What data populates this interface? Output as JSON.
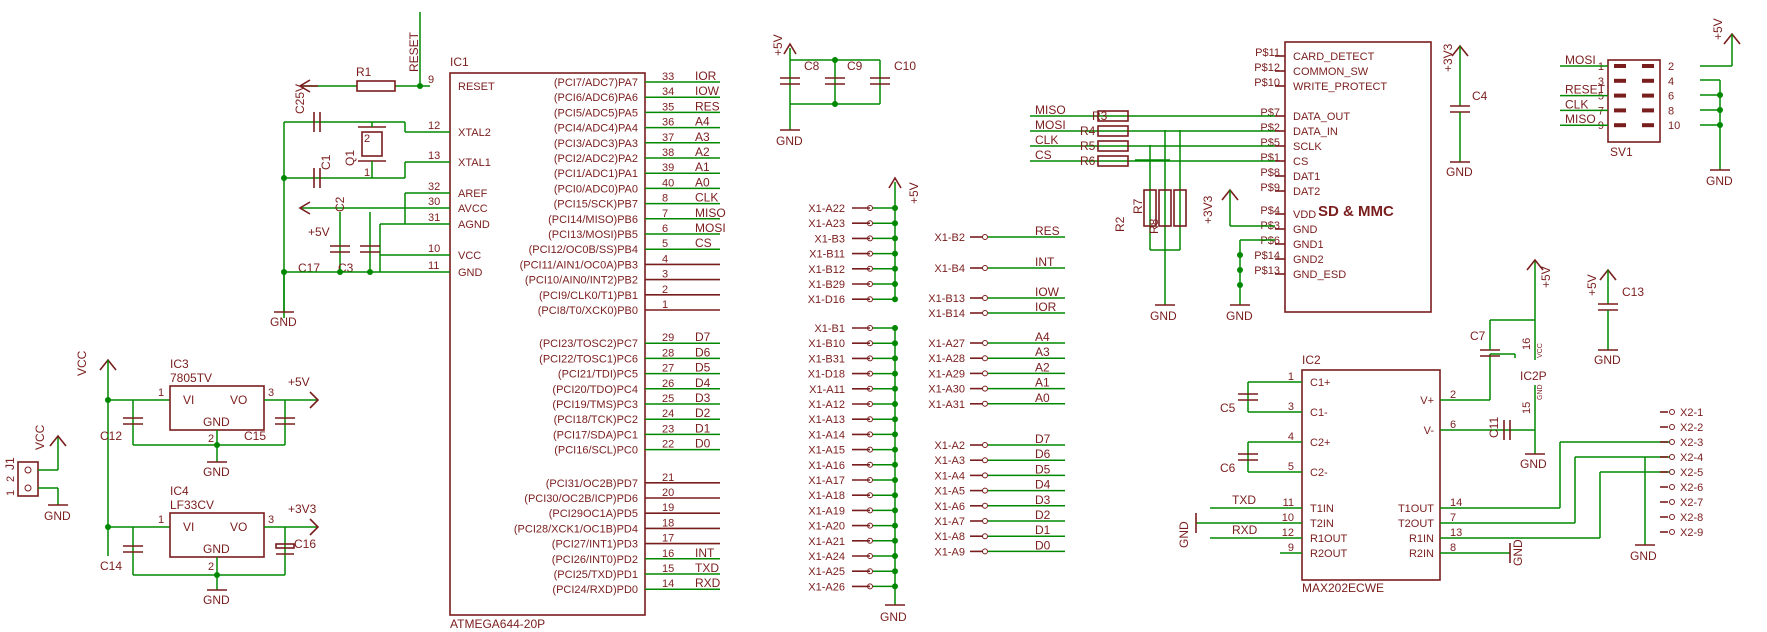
{
  "colors": {
    "component": "#7a1d1d",
    "wire": "#008800",
    "background": "#ffffff"
  },
  "ic1": {
    "name": "IC1",
    "value": "ATMEGA644-20P",
    "left_pins": [
      {
        "num": "9",
        "label": "RESET"
      },
      {
        "num": "12",
        "label": "XTAL2"
      },
      {
        "num": "13",
        "label": "XTAL1"
      },
      {
        "num": "32",
        "label": "AREF"
      },
      {
        "num": "30",
        "label": "AVCC"
      },
      {
        "num": "31",
        "label": "AGND"
      },
      {
        "num": "10",
        "label": "VCC"
      },
      {
        "num": "11",
        "label": "GND"
      }
    ],
    "right_pins": [
      {
        "label": "(PCI7/ADC7)PA7",
        "num": "33",
        "net": "IOR"
      },
      {
        "label": "(PCI6/ADC6)PA6",
        "num": "34",
        "net": "IOW"
      },
      {
        "label": "(PCI5/ADC5)PA5",
        "num": "35",
        "net": "RES"
      },
      {
        "label": "(PCI4/ADC4)PA4",
        "num": "36",
        "net": "A4"
      },
      {
        "label": "(PCI3/ADC3)PA3",
        "num": "37",
        "net": "A3"
      },
      {
        "label": "(PCI2/ADC2)PA2",
        "num": "38",
        "net": "A2"
      },
      {
        "label": "(PCI1/ADC1)PA1",
        "num": "39",
        "net": "A1"
      },
      {
        "label": "(PCI0/ADC0)PA0",
        "num": "40",
        "net": "A0"
      },
      {
        "label": "(PCI15/SCK)PB7",
        "num": "8",
        "net": "CLK"
      },
      {
        "label": "(PCI14/MISO)PB6",
        "num": "7",
        "net": "MISO"
      },
      {
        "label": "(PCI13/MOSI)PB5",
        "num": "6",
        "net": "MOSI"
      },
      {
        "label": "(PCI12/OC0B/SS)PB4",
        "num": "5",
        "net": "CS"
      },
      {
        "label": "(PCI11/AIN1/OC0A)PB3",
        "num": "4",
        "net": ""
      },
      {
        "label": "(PCI10/AIN0/INT2)PB2",
        "num": "3",
        "net": ""
      },
      {
        "label": "(PCI9/CLK0/T1)PB1",
        "num": "2",
        "net": ""
      },
      {
        "label": "(PCI8/T0/XCK0)PB0",
        "num": "1",
        "net": ""
      },
      {
        "label": "(PCI23/TOSC2)PC7",
        "num": "29",
        "net": "D7"
      },
      {
        "label": "(PCI22/TOSC1)PC6",
        "num": "28",
        "net": "D6"
      },
      {
        "label": "(PCI21/TDI)PC5",
        "num": "27",
        "net": "D5"
      },
      {
        "label": "(PCI20/TDO)PC4",
        "num": "26",
        "net": "D4"
      },
      {
        "label": "(PCI19/TMS)PC3",
        "num": "25",
        "net": "D3"
      },
      {
        "label": "(PCI18/TCK)PC2",
        "num": "24",
        "net": "D2"
      },
      {
        "label": "(PCI17/SDA)PC1",
        "num": "23",
        "net": "D1"
      },
      {
        "label": "(PCI16/SCL)PC0",
        "num": "22",
        "net": "D0"
      },
      {
        "label": "(PCI31/OC2B)PD7",
        "num": "21",
        "net": ""
      },
      {
        "label": "(PCI30/OC2B/ICP)PD6",
        "num": "20",
        "net": ""
      },
      {
        "label": "(PCI29OC1A)PD5",
        "num": "19",
        "net": ""
      },
      {
        "label": "(PCI28/XCK1/OC1B)PD4",
        "num": "18",
        "net": ""
      },
      {
        "label": "(PCI27/INT1)PD3",
        "num": "17",
        "net": ""
      },
      {
        "label": "(PCI26/INT0)PD2",
        "num": "16",
        "net": "INT"
      },
      {
        "label": "(PCI25/TXD)PD1",
        "num": "15",
        "net": "TXD"
      },
      {
        "label": "(PCI24/RXD)PD0",
        "num": "14",
        "net": "RXD"
      }
    ]
  },
  "parts": {
    "r1": "R1",
    "c_25v": "C25V",
    "q1": "Q1",
    "q1_pins": [
      "2",
      "1"
    ],
    "c1": "C1",
    "c2": "C2",
    "c17": "C17",
    "c3": "C3",
    "reset": "RESET",
    "c8": "C8",
    "c9": "C9",
    "c10": "C10",
    "c4": "C4",
    "c7": "C7",
    "c11": "C11",
    "c13": "C13",
    "c5": "C5",
    "c6": "C6",
    "r2": "R2",
    "r3": "R3",
    "r4": "R4",
    "r5": "R5",
    "r6": "R6",
    "r7": "R7",
    "r8": "R8",
    "sv1": "SV1",
    "j1": "J1",
    "j1_pins": [
      "2",
      "1"
    ],
    "c12": "C12",
    "c15": "C15",
    "c14": "C14",
    "c16": "C16"
  },
  "power": {
    "p5v": "+5V",
    "p3v3": "+3V3",
    "gnd": "GND",
    "vcc": "VCC"
  },
  "x1_left_top": [
    "X1-A22",
    "X1-A23",
    "X1-B3",
    "X1-B11",
    "X1-B12",
    "X1-B29",
    "X1-D16"
  ],
  "x1_left_bottom": [
    "X1-B1",
    "X1-B10",
    "X1-B31",
    "X1-D18",
    "X1-A11",
    "X1-A12",
    "X1-A13",
    "X1-A14",
    "X1-A15",
    "X1-A16",
    "X1-A17",
    "X1-A18",
    "X1-A19",
    "X1-A20",
    "X1-A21",
    "X1-A24",
    "X1-A25",
    "X1-A26"
  ],
  "x1_right": [
    {
      "pin": "X1-B2",
      "net": "RES"
    },
    {
      "pin": "X1-B4",
      "net": "INT"
    },
    {
      "pin": "X1-B13",
      "net": "IOW"
    },
    {
      "pin": "X1-B14",
      "net": "IOR"
    },
    {
      "pin": "X1-A27",
      "net": "A4"
    },
    {
      "pin": "X1-A28",
      "net": "A3"
    },
    {
      "pin": "X1-A29",
      "net": "A2"
    },
    {
      "pin": "X1-A30",
      "net": "A1"
    },
    {
      "pin": "X1-A31",
      "net": "A0"
    },
    {
      "pin": "X1-A2",
      "net": "D7"
    },
    {
      "pin": "X1-A3",
      "net": "D6"
    },
    {
      "pin": "X1-A4",
      "net": "D5"
    },
    {
      "pin": "X1-A5",
      "net": "D4"
    },
    {
      "pin": "X1-A6",
      "net": "D3"
    },
    {
      "pin": "X1-A7",
      "net": "D2"
    },
    {
      "pin": "X1-A8",
      "net": "D1"
    },
    {
      "pin": "X1-A9",
      "net": "D0"
    }
  ],
  "sd": {
    "title": "SD & MMC",
    "pins": [
      {
        "p": "P$11",
        "l": "CARD_DETECT"
      },
      {
        "p": "P$12",
        "l": "COMMON_SW"
      },
      {
        "p": "P$10",
        "l": "WRITE_PROTECT"
      },
      {
        "p": "P$7",
        "l": "DATA_OUT"
      },
      {
        "p": "P$2",
        "l": "DATA_IN"
      },
      {
        "p": "P$5",
        "l": "SCLK"
      },
      {
        "p": "P$1",
        "l": "CS"
      },
      {
        "p": "P$8",
        "l": "DAT1"
      },
      {
        "p": "P$9",
        "l": "DAT2"
      },
      {
        "p": "P$4",
        "l": "VDD"
      },
      {
        "p": "P$3",
        "l": "GND"
      },
      {
        "p": "P$6",
        "l": "GND1"
      },
      {
        "p": "P$14",
        "l": "GND2"
      },
      {
        "p": "P$13",
        "l": "GND_ESD"
      }
    ],
    "nets": [
      "MISO",
      "MOSI",
      "CLK",
      "CS"
    ]
  },
  "sv1": {
    "left": [
      {
        "n": "1",
        "net": "MOSI"
      },
      {
        "n": "3",
        "net": ""
      },
      {
        "n": "5",
        "net": "RESET"
      },
      {
        "n": "7",
        "net": "CLK"
      },
      {
        "n": "9",
        "net": "MISO"
      }
    ],
    "right": [
      "2",
      "4",
      "6",
      "8",
      "10"
    ]
  },
  "ic2": {
    "name": "IC2",
    "value": "MAX202ECWE",
    "power_name": "IC2P",
    "vcc": "VCC",
    "gnd": "GND",
    "left": [
      {
        "n": "1",
        "l": "C1+"
      },
      {
        "n": "3",
        "l": "C1-"
      },
      {
        "n": "4",
        "l": "C2+"
      },
      {
        "n": "5",
        "l": "C2-"
      },
      {
        "n": "11",
        "l": "T1IN"
      },
      {
        "n": "10",
        "l": "T2IN"
      },
      {
        "n": "12",
        "l": "R1OUT"
      },
      {
        "n": "9",
        "l": "R2OUT"
      }
    ],
    "right": [
      {
        "n": "2",
        "l": "V+"
      },
      {
        "n": "6",
        "l": "V-"
      },
      {
        "n": "14",
        "l": "T1OUT"
      },
      {
        "n": "7",
        "l": "T2OUT"
      },
      {
        "n": "13",
        "l": "R1IN"
      },
      {
        "n": "8",
        "l": "R2IN"
      }
    ],
    "pwr_pins": [
      "16",
      "15"
    ],
    "nets": {
      "txd": "TXD",
      "rxd": "RXD"
    }
  },
  "x2": [
    "X2-1",
    "X2-2",
    "X2-3",
    "X2-4",
    "X2-5",
    "X2-6",
    "X2-7",
    "X2-8",
    "X2-9"
  ],
  "regs": [
    {
      "name": "IC3",
      "value": "7805TV",
      "vi": "VI",
      "vo": "VO",
      "gnd": "GND",
      "p1": "1",
      "p2": "2",
      "p3": "3"
    },
    {
      "name": "IC4",
      "value": "LF33CV",
      "vi": "VI",
      "vo": "VO",
      "gnd": "GND",
      "p1": "1",
      "p2": "2",
      "p3": "3"
    }
  ]
}
